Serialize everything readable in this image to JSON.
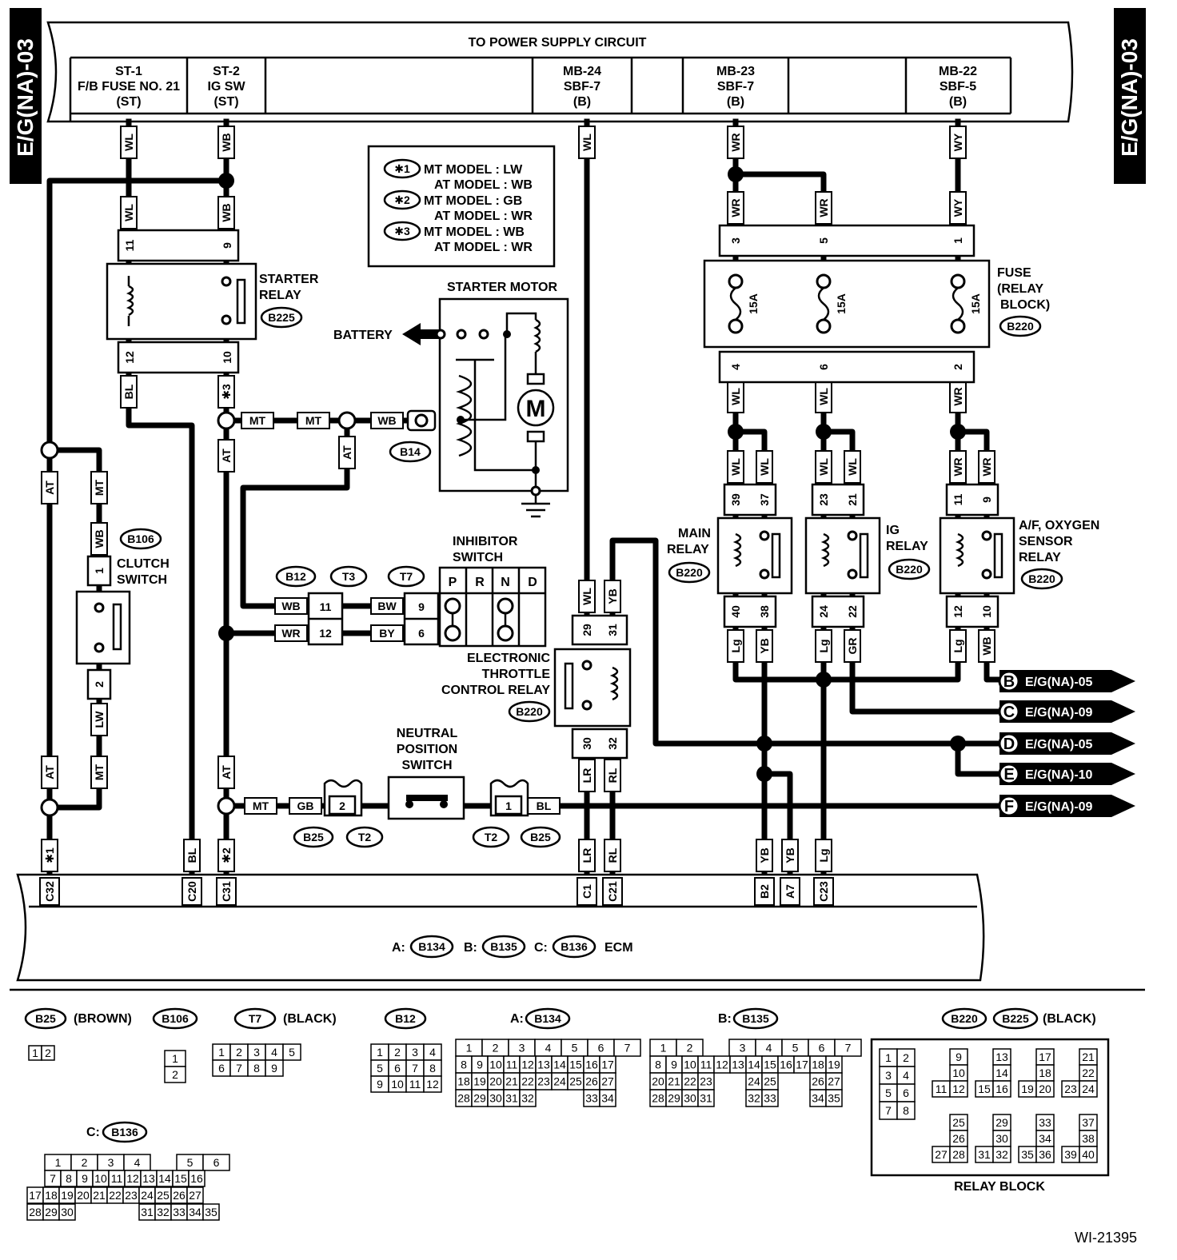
{
  "side_label": "E/G(NA)-03",
  "power_header": "TO POWER SUPPLY CIRCUIT",
  "power_sources": [
    {
      "l1": "ST-1",
      "l2": "F/B FUSE NO. 21",
      "l3": "(ST)"
    },
    {
      "l1": "ST-2",
      "l2": "IG SW",
      "l3": "(ST)"
    },
    {
      "l1": "MB-24",
      "l2": "SBF-7",
      "l3": "(B)"
    },
    {
      "l1": "MB-23",
      "l2": "SBF-7",
      "l3": "(B)"
    },
    {
      "l1": "MB-22",
      "l2": "SBF-5",
      "l3": "(B)"
    }
  ],
  "legend": {
    "notes": [
      {
        "key": "✱1",
        "mt": "MT MODEL : LW",
        "at": "AT MODEL : WB"
      },
      {
        "key": "✱2",
        "mt": "MT MODEL : GB",
        "at": "AT MODEL : WR"
      },
      {
        "key": "✱3",
        "mt": "MT MODEL : WB",
        "at": "AT MODEL : WR"
      }
    ]
  },
  "components": {
    "starter_relay": {
      "l1": "STARTER",
      "l2": "RELAY",
      "conn": "B225"
    },
    "starter_motor": {
      "title": "STARTER MOTOR",
      "battery": "BATTERY",
      "motor": "M",
      "conn": "B14"
    },
    "fuse_relay_block": {
      "l1": "FUSE",
      "l2": "(RELAY",
      "l3": "BLOCK)",
      "conn": "B220",
      "rating": "15A"
    },
    "clutch_switch": {
      "l1": "CLUTCH",
      "l2": "SWITCH",
      "conn": "B106"
    },
    "inhibitor_switch": {
      "l1": "INHIBITOR",
      "l2": "SWITCH",
      "positions": [
        "P",
        "R",
        "N",
        "D"
      ],
      "conns": [
        "B12",
        "T3",
        "T7"
      ]
    },
    "main_relay": {
      "l1": "MAIN",
      "l2": "RELAY",
      "conn": "B220"
    },
    "ig_relay": {
      "l1": "IG",
      "l2": "RELAY",
      "conn": "B220"
    },
    "af_relay": {
      "l1": "A/F, OXYGEN",
      "l2": "SENSOR",
      "l3": "RELAY",
      "conn": "B220"
    },
    "etc_relay": {
      "l1": "ELECTRONIC",
      "l2": "THROTTLE",
      "l3": "CONTROL RELAY",
      "conn": "B220"
    },
    "neutral_switch": {
      "l1": "NEUTRAL",
      "l2": "POSITION",
      "l3": "SWITCH",
      "conns": [
        "B25",
        "T2",
        "T2",
        "B25"
      ]
    },
    "ecm": {
      "a": "A:",
      "a_conn": "B134",
      "b": "B:",
      "b_conn": "B135",
      "c": "C:",
      "c_conn": "B136",
      "name": "ECM"
    }
  },
  "wires": {
    "WL": "WL",
    "WB": "WB",
    "WR": "WR",
    "WY": "WY",
    "BL": "BL",
    "AT": "AT",
    "MT": "MT",
    "LW": "LW",
    "GB": "GB",
    "BW": "BW",
    "BY": "BY",
    "YB": "YB",
    "Lg": "Lg",
    "GR": "GR",
    "LR": "LR",
    "RL": "RL",
    "s1": "✱1",
    "s2": "✱2",
    "s3": "✱3"
  },
  "pins": {
    "sr": [
      "11",
      "9",
      "12",
      "10"
    ],
    "fuse": [
      "3",
      "5",
      "1",
      "4",
      "6",
      "2"
    ],
    "main": [
      "39",
      "37",
      "40",
      "38"
    ],
    "ig": [
      "23",
      "21",
      "24",
      "22"
    ],
    "af": [
      "11",
      "9",
      "12",
      "10"
    ],
    "etc": [
      "29",
      "31",
      "30",
      "32"
    ],
    "clutch": [
      "1",
      "2"
    ],
    "inh": [
      "11",
      "12",
      "9",
      "6"
    ],
    "neutral": [
      "2",
      "1"
    ]
  },
  "ecm_pins": [
    "C32",
    "C20",
    "C31",
    "C1",
    "C21",
    "B2",
    "A7",
    "C23"
  ],
  "outputs": [
    {
      "letter": "B",
      "ref": "E/G(NA)-05"
    },
    {
      "letter": "C",
      "ref": "E/G(NA)-09"
    },
    {
      "letter": "D",
      "ref": "E/G(NA)-05"
    },
    {
      "letter": "E",
      "ref": "E/G(NA)-10"
    },
    {
      "letter": "F",
      "ref": "E/G(NA)-09"
    }
  ],
  "connector_views": {
    "b25": {
      "name": "B25",
      "color": "(BROWN)"
    },
    "b106": {
      "name": "B106"
    },
    "t7": {
      "name": "T7",
      "color": "(BLACK)"
    },
    "b12": {
      "name": "B12"
    },
    "b134": {
      "prefix": "A:",
      "name": "B134"
    },
    "b135": {
      "prefix": "B:",
      "name": "B135"
    },
    "b136": {
      "prefix": "C:",
      "name": "B136"
    },
    "relay": {
      "name1": "B220",
      "name2": "B225",
      "color": "(BLACK)",
      "title": "RELAY BLOCK"
    }
  },
  "figure_id": "WI-21395"
}
